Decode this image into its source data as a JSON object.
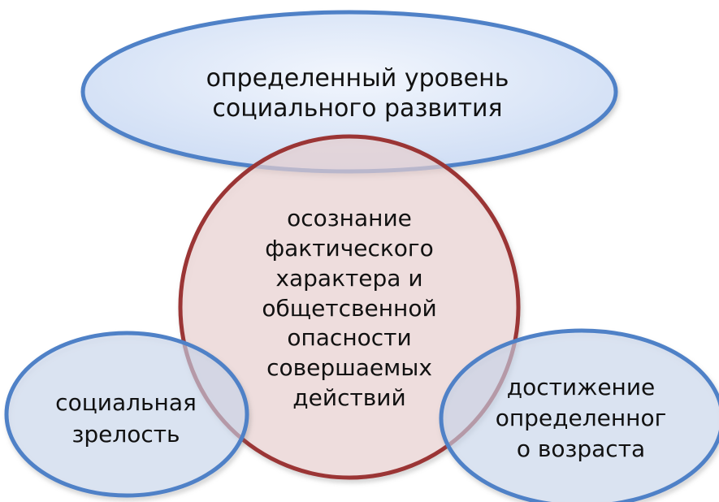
{
  "nodes": {
    "top": {
      "text": "определенный уровень\nсоциального развития"
    },
    "center": {
      "text": "осознание\nфактического\nхарактера и\nобщетсвенной\nопасности\nсовершаемых\nдействий"
    },
    "left": {
      "text": "социальная\nзрелость"
    },
    "right": {
      "text": "достижение\nопределенног\nо возраста"
    }
  },
  "colors": {
    "ellipse_fill_light": "#f2f6fd",
    "ellipse_fill_dark": "#cddcf4",
    "ellipse_stroke": "#4f81c7",
    "circle_fill": "#f1d7d7",
    "circle_stroke": "#9b3535"
  }
}
